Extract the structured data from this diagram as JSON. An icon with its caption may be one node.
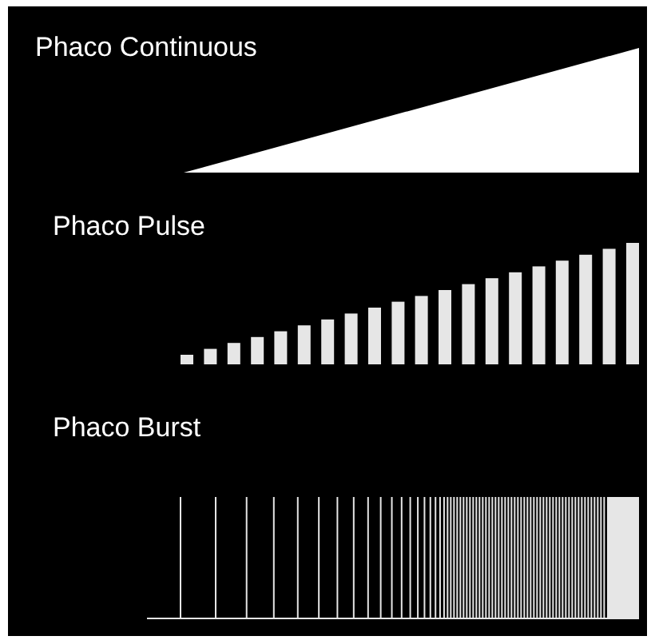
{
  "diagram": {
    "labels": [
      "Phaco Continuous",
      "Phaco Pulse",
      "Phaco Burst"
    ]
  }
}
